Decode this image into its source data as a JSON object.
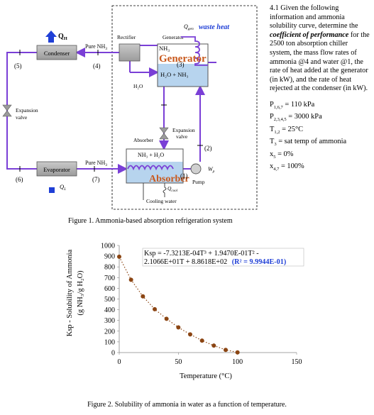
{
  "problem": {
    "text_before": "4.1 Given the following information and ammonia solubility curve, determine the ",
    "emphasis": "coefficient of performance",
    "text_after": " for the 2500 ton absorption chiller system, the mass flow rates of ammonia @4 and water @1, the rate of heat added at the generator (in kW), and the rate of heat rejected at the condenser (in kW).",
    "params": [
      {
        "sym": "P",
        "sub": "1,6,7",
        "val": "= 110 kPa"
      },
      {
        "sym": "P",
        "sub": "2,3,4,5",
        "val": "= 3000 kPa"
      },
      {
        "sym": "T",
        "sub": "1,2",
        "val": "= 25°C"
      },
      {
        "sym": "T",
        "sub": "3",
        "val": "= sat temp of ammonia"
      },
      {
        "sym": "x",
        "sub": "5",
        "val": "= 0%"
      },
      {
        "sym": "x",
        "sub": "4,7",
        "val": "= 100%"
      }
    ]
  },
  "diagram": {
    "qh": "Q",
    "qh_sub": "H",
    "condenser": "Condenser",
    "pure_nh3_top": "Pure NH",
    "pure_nh3_top_sub": "3",
    "rectifier": "Rectifier",
    "generator_label": "Generator",
    "qgen": "Q",
    "qgen_sub": "gen",
    "waste_heat": "waste heat",
    "nh3_gen": "NH",
    "nh3_gen_sub": "3",
    "generator_big": "Generator",
    "h2o_nh3": "H₂O + NH₃",
    "h2o": "H₂O",
    "n5": "(5)",
    "n4": "(4)",
    "n3": "(3)",
    "n2": "(2)",
    "n1": "(1)",
    "n6": "(6)",
    "n7": "(7)",
    "expansion_left": "Expansion",
    "expansion_left2": "valve",
    "expansion_mid": "Expansion",
    "expansion_mid2": "valve",
    "absorber_label": "Absorber",
    "nh3_h2o": "NH₃ + H₂O",
    "absorber_big": "Absorber",
    "qcool": "Q",
    "qcool_sub": "cool",
    "cooling_water": "Cooling water",
    "evaporator": "Evaporator",
    "pure_nh3_bottom": "Pure NH",
    "pure_nh3_bottom_sub": "3",
    "ql": "Q",
    "ql_sub": "L",
    "wp": "W",
    "wp_sub": "p",
    "pump": "Pump"
  },
  "figure1_caption": "Figure 1. Ammonia-based absorption refrigeration system",
  "figure2_caption": "Figure 2. Solubility of ammonia in water as a function of temperature.",
  "chart_data": {
    "type": "scatter",
    "title": "",
    "xlabel": "Temperature (°C)",
    "ylabel_line1": "Ksp - Solubility of Ammonia",
    "ylabel_line2": "(g NH₃/g H₂O)",
    "xlim": [
      0,
      150
    ],
    "ylim": [
      0,
      1000
    ],
    "xticks": [
      0,
      50,
      100,
      150
    ],
    "yticks": [
      0,
      100,
      200,
      300,
      400,
      500,
      600,
      700,
      800,
      900,
      1000
    ],
    "grid": false,
    "series": [
      {
        "x": [
          0,
          10,
          20,
          30,
          40,
          50,
          60,
          70,
          80,
          90,
          100
        ],
        "y": [
          895,
          680,
          525,
          405,
          315,
          235,
          170,
          112,
          65,
          25,
          2
        ],
        "color": "#8B4513",
        "trendline": "dotted"
      }
    ],
    "equation_line1": "Ksp = -7.3213E-04T³ + 1.9470E-01T² -",
    "equation_line2": "2.1066E+01T + 8.8618E+02",
    "r2": "(R² = 9.9944E-01)",
    "r2_color": "#1f3fd6"
  }
}
